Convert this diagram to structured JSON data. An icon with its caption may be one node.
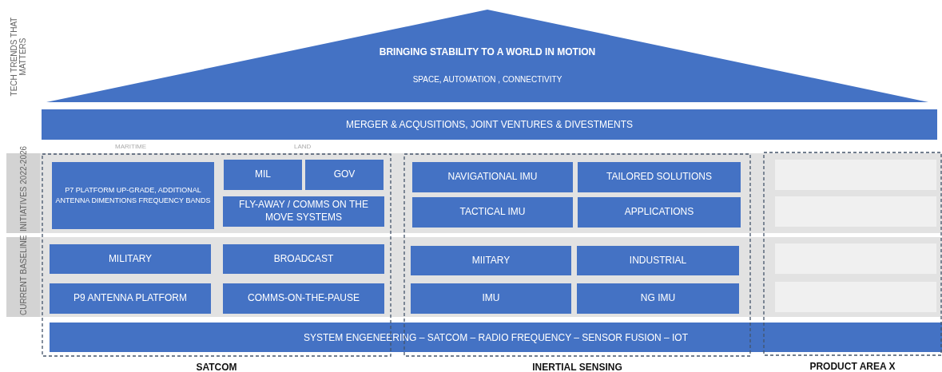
{
  "diagram": {
    "nodes": [
      {
        "text": [
          "BRINGING STABILITY TO A WORLD IN MOTION",
          "SPACE, AUTOMATION , CONNECTIVITY"
        ]
      },
      {
        "text": [
          "MERGER & ACQUSITIONS, JOINT VENTURES & DIVESTMENTS"
        ]
      },
      {
        "text": [
          "INITIATIVES 2022-2026"
        ]
      },
      {
        "text": [
          "P7 PLATFORM UP-GRADE, ADDITIONAL ANTENNA DIMENTIONS FREQUENCY BANDS"
        ]
      },
      {
        "text": [
          "MIL"
        ]
      },
      {
        "text": [
          "GOV"
        ]
      },
      {
        "text": [
          "FLY-AWAY / COMMS ON THE MOVE SYSTEMS"
        ]
      },
      {
        "text": [
          "NAVIGATIONAL IMU"
        ]
      },
      {
        "text": [
          "TAILORED SOLUTIONS"
        ]
      },
      {
        "text": [
          "TACTICAL IMU"
        ]
      },
      {
        "text": [
          "APPLICATIONS"
        ]
      },
      {
        "text": [],
        "shape": "box"
      },
      {
        "text": [],
        "shape": "box"
      },
      {
        "text": [
          "CURRENT BASELINE"
        ]
      },
      {
        "text": [
          "MILITARY"
        ]
      },
      {
        "text": [
          "BROADCAST"
        ]
      },
      {
        "text": [
          "MIITARY"
        ]
      },
      {
        "text": [
          "INDUSTRIAL"
        ]
      },
      {
        "text": [
          "P9 ANTENNA PLATFORM"
        ]
      },
      {
        "text": [
          "COMMS-ON-THE-PAUSE"
        ]
      },
      {
        "text": [
          "IMU"
        ]
      },
      {
        "text": [
          "NG IMU"
        ]
      },
      {
        "text": [],
        "shape": "box"
      },
      {
        "text": [],
        "shape": "box"
      },
      {
        "text": [
          "SYSTEM ENGENEERING – SATCOM – RADIO FREQUENCY – SENSOR FUSION – IOT"
        ]
      },
      {
        "text": [
          "SATCOM"
        ]
      },
      {
        "text": [
          "INERTIAL SENSING"
        ]
      },
      {
        "text": [
          "PRODUCT AREA X"
        ]
      }
    ],
    "labels": [
      "TECH TRENDS THAT MATTERS",
      "MARITIME",
      "LAND"
    ]
  }
}
